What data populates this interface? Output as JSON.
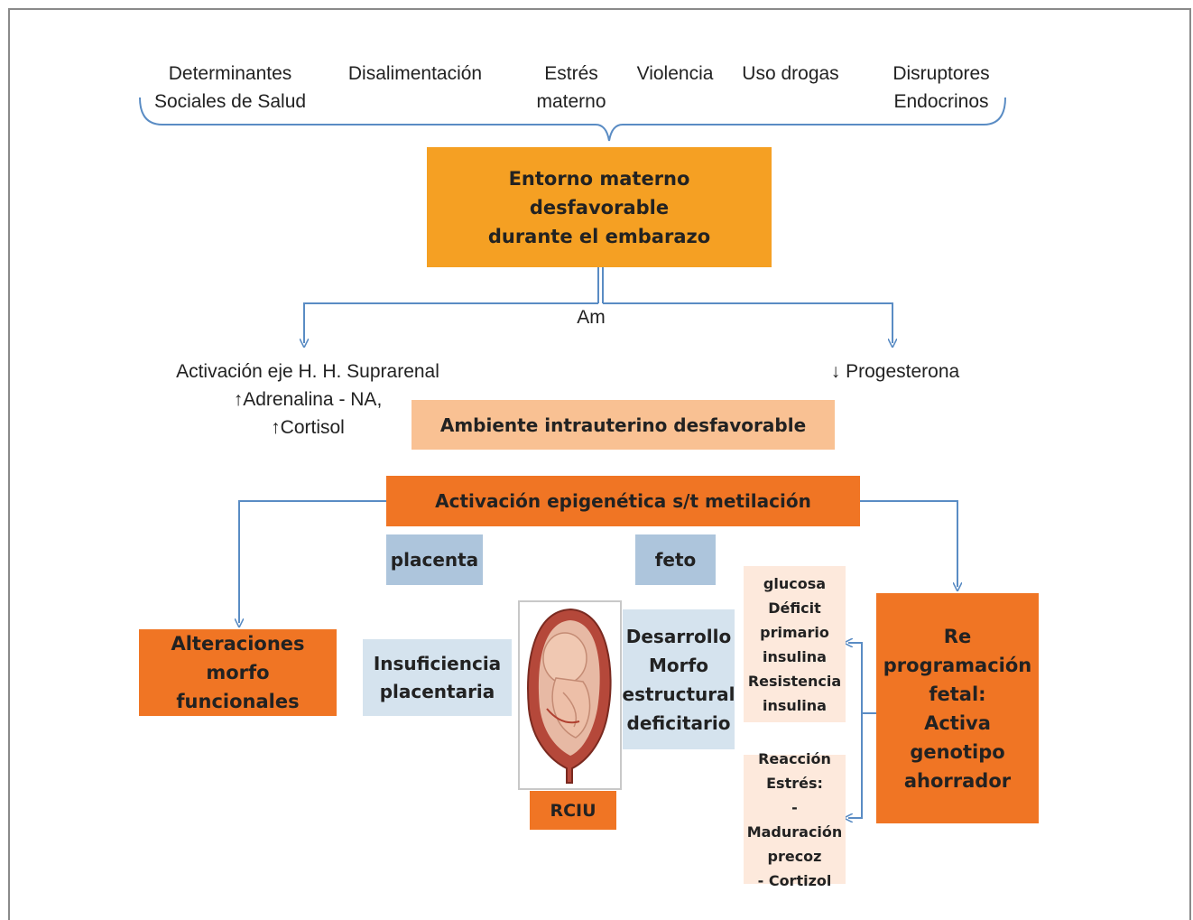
{
  "determinants": [
    "Determinantes\nSociales de Salud",
    "Disalimentación",
    "Estrés\nmaterno",
    "Violencia",
    "Uso drogas",
    "Disruptores\nEndocrinos"
  ],
  "entorno": "Entorno materno\ndesfavorable\ndurante el embarazo",
  "am_label": "Am",
  "left_effect": {
    "line1": "Activación eje H. H. Suprarenal",
    "line2": "↑Adrenalina - NA,",
    "line3": "↑Cortisol"
  },
  "right_effect": "↓ Progesterona",
  "ambiente": "Ambiente intrauterino desfavorable",
  "activacion": "Activación epigenética s/t metilación",
  "placenta": "placenta",
  "feto": "feto",
  "alteraciones": "Alteraciones morfo\nfuncionales",
  "insuficiencia": "Insuficiencia\nplacentaria",
  "desarrollo": "Desarrollo\nMorfo\nestructural\ndeficitario",
  "rciu": "RCIU",
  "glucosa": "glucosa\nDéficit\nprimario\ninsulina\nResistencia\ninsulina",
  "reaccion": "Reacción\nEstrés:\n- Maduración\nprecoz\n- Cortizol",
  "reprogramacion": "Re\nprogramación\nfetal:\nActiva\ngenotipo\nahorrador",
  "colors": {
    "orange": "#f5a023",
    "dark_orange": "#f07524",
    "peach": "#f9c193",
    "blue": "#adc5dc",
    "light_blue": "#d5e3ee",
    "cream": "#fde9dc",
    "arrow": "#5a8cc4"
  },
  "image": {
    "description_icon": "fetus-in-uterus-illustration"
  }
}
